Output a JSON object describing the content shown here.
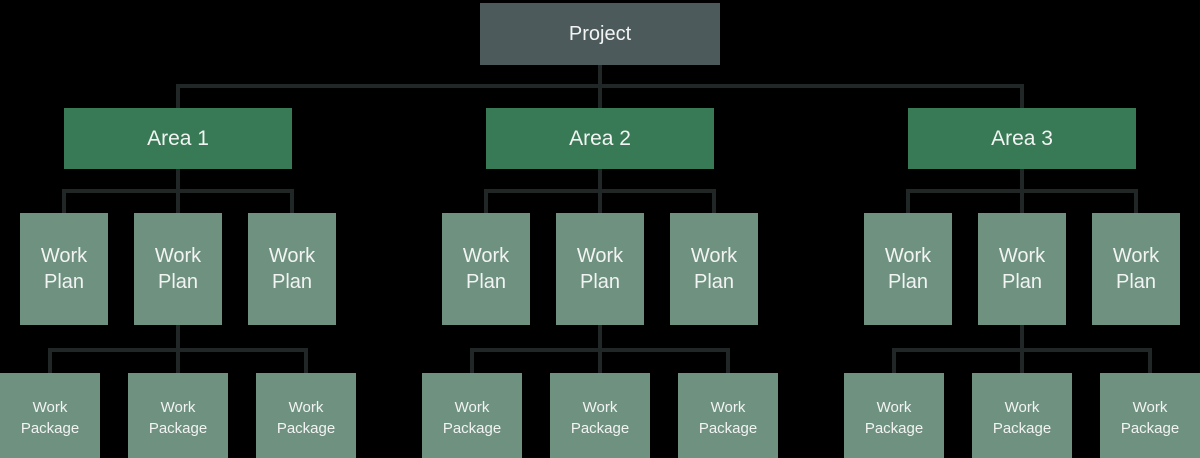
{
  "colors": {
    "background": "#000000",
    "project_box": "#4d5a5b",
    "area_box": "#387a55",
    "work_box": "#6f9180",
    "connector": "#212626",
    "text": "#f2f4f3"
  },
  "diagram": {
    "type": "work-breakdown-structure",
    "project": {
      "label": "Project"
    },
    "areas": [
      {
        "label": "Area 1",
        "work_plans": [
          {
            "label": "Work\nPlan"
          },
          {
            "label": "Work\nPlan"
          },
          {
            "label": "Work\nPlan"
          }
        ],
        "work_packages": [
          {
            "label": "Work\nPackage"
          },
          {
            "label": "Work\nPackage"
          },
          {
            "label": "Work\nPackage"
          }
        ]
      },
      {
        "label": "Area 2",
        "work_plans": [
          {
            "label": "Work\nPlan"
          },
          {
            "label": "Work\nPlan"
          },
          {
            "label": "Work\nPlan"
          }
        ],
        "work_packages": [
          {
            "label": "Work\nPackage"
          },
          {
            "label": "Work\nPackage"
          },
          {
            "label": "Work\nPackage"
          }
        ]
      },
      {
        "label": "Area 3",
        "work_plans": [
          {
            "label": "Work\nPlan"
          },
          {
            "label": "Work\nPlan"
          },
          {
            "label": "Work\nPlan"
          }
        ],
        "work_packages": [
          {
            "label": "Work\nPackage"
          },
          {
            "label": "Work\nPackage"
          },
          {
            "label": "Work\nPackage"
          }
        ]
      }
    ]
  }
}
